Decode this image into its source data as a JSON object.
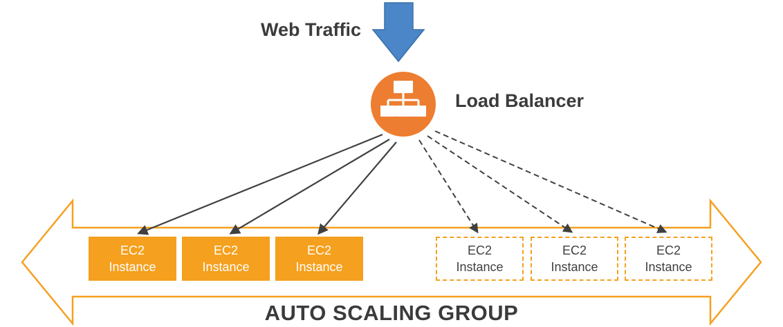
{
  "title": "Auto Scaling Group Diagram",
  "labels": {
    "web_traffic": "Web Traffic",
    "load_balancer": "Load Balancer",
    "auto_scaling_group": "AUTO SCALING GROUP"
  },
  "instances": [
    {
      "name": "EC2",
      "type": "Instance",
      "state": "running"
    },
    {
      "name": "EC2",
      "type": "Instance",
      "state": "running"
    },
    {
      "name": "EC2",
      "type": "Instance",
      "state": "running"
    },
    {
      "name": "EC2",
      "type": "Instance",
      "state": "potential"
    },
    {
      "name": "EC2",
      "type": "Instance",
      "state": "potential"
    },
    {
      "name": "EC2",
      "type": "Instance",
      "state": "potential"
    }
  ],
  "colors": {
    "orange": "#F5A01E",
    "load_balancer_orange": "#ED7D31",
    "traffic_arrow_blue": "#4A86C8",
    "text_dark": "#3B3B3B",
    "connector_dark": "#404040"
  },
  "icons": {
    "load_balancer": "network-tree-icon",
    "web_traffic": "down-arrow-icon",
    "auto_scaling": "double-headed-horizontal-arrow"
  }
}
